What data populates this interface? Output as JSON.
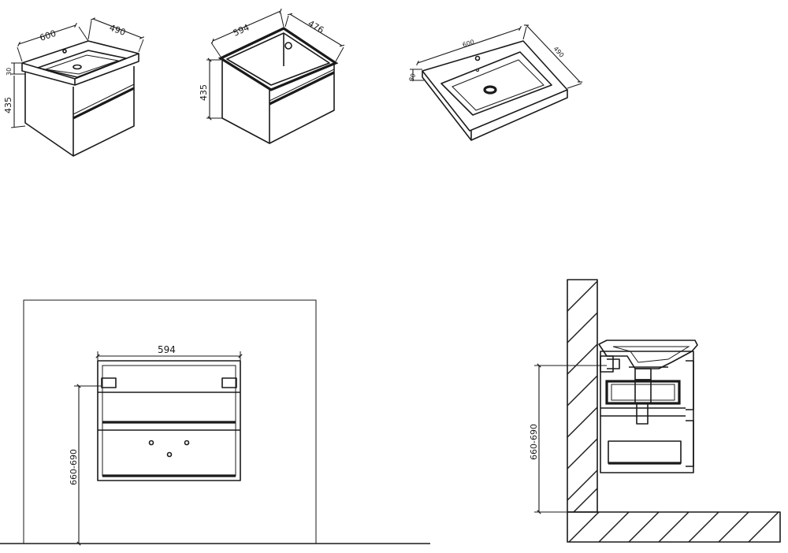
{
  "views": {
    "iso_full": {
      "dim_width": "600",
      "dim_depth": "490",
      "dim_top": "30",
      "dim_body": "435"
    },
    "iso_cabinet": {
      "dim_width": "594",
      "dim_depth": "476",
      "dim_height": "435"
    },
    "iso_basin": {
      "dim_width": "600",
      "dim_depth": "490",
      "dim_thickness": "30"
    },
    "front": {
      "dim_width": "594",
      "dim_mount": "660-690"
    },
    "side": {
      "dim_mount": "660-690"
    }
  },
  "colors": {
    "line": "#1a1a1a",
    "background": "#ffffff"
  }
}
